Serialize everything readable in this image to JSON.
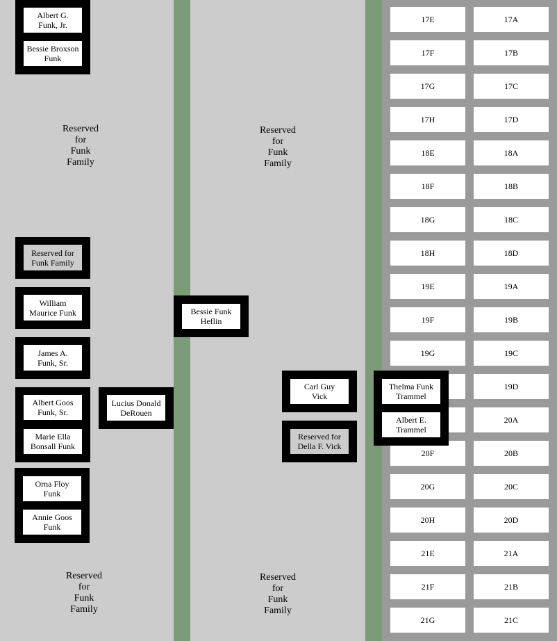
{
  "reserved_areas": [
    "Reserved\nfor\nFunk\nFamily",
    "Reserved\nfor\nFunk\nFamily",
    "Reserved\nfor\nFunk\nFamily",
    "Reserved\nfor\nFunk\nFamily"
  ],
  "graves": {
    "albert_g_funk_jr": "Albert G.\nFunk, Jr.",
    "bessie_broxson_funk": "Bessie Broxson\nFunk",
    "reserved_funk_family": "Reserved for\nFunk Family",
    "william_maurice_funk": "William\nMaurice Funk",
    "james_a_funk_sr": "James A.\nFunk, Sr.",
    "albert_goos_funk_sr": "Albert Goos\nFunk, Sr.",
    "marie_ella_bonsall_funk": "Marie Ella\nBonsall Funk",
    "orna_floy_funk": "Orna Floy\nFunk",
    "annie_goos_funk": "Annie Goos\nFunk",
    "lucius_donald_derouen": "Lucius Donald\nDeRouen",
    "bessie_funk_heflin": "Bessie Funk\nHeflin",
    "carl_guy_vick": "Carl Guy\nVick",
    "reserved_della_f_vick": "Reserved for\nDella F. Vick",
    "thelma_funk_trammel": "Thelma Funk\nTrammel",
    "albert_e_trammel": "Albert E.\nTrammel"
  },
  "plots": [
    [
      "17E",
      "17A"
    ],
    [
      "17F",
      "17B"
    ],
    [
      "17G",
      "17C"
    ],
    [
      "17H",
      "17D"
    ],
    [
      "18E",
      "18A"
    ],
    [
      "18F",
      "18B"
    ],
    [
      "18G",
      "18C"
    ],
    [
      "18H",
      "18D"
    ],
    [
      "19E",
      "19A"
    ],
    [
      "19F",
      "19B"
    ],
    [
      "19G",
      "19C"
    ],
    [
      "",
      "19D"
    ],
    [
      "",
      "20A"
    ],
    [
      "20F",
      "20B"
    ],
    [
      "20G",
      "20C"
    ],
    [
      "20H",
      "20D"
    ],
    [
      "21E",
      "21A"
    ],
    [
      "21F",
      "21B"
    ],
    [
      "21G",
      "21C"
    ]
  ],
  "colors": {
    "background": "#cccccc",
    "path": "#7b9c78",
    "plot_area": "#9a9a9a",
    "grave_border": "#000000",
    "grave_fill": "#ffffff"
  }
}
